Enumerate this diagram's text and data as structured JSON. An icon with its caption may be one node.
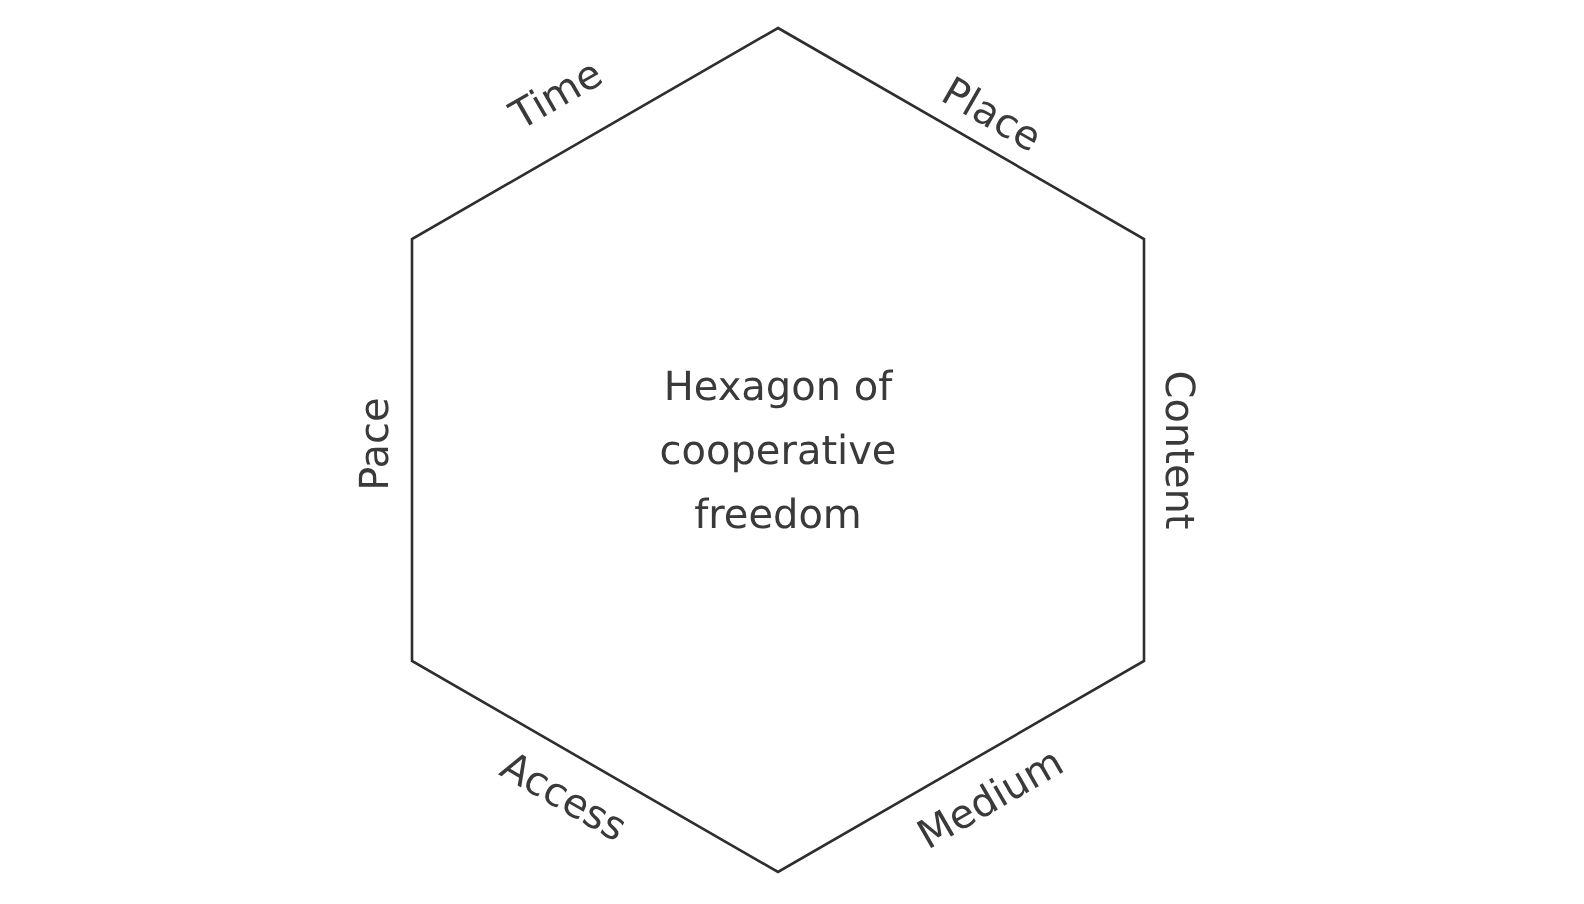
{
  "diagram": {
    "nodes": [
      {
        "text": [
          "Hexagon of cooperative freedom"
        ],
        "beside": [
          "Time",
          "Place",
          "Pace",
          "Content",
          "Access",
          "Medium"
        ]
      }
    ]
  }
}
